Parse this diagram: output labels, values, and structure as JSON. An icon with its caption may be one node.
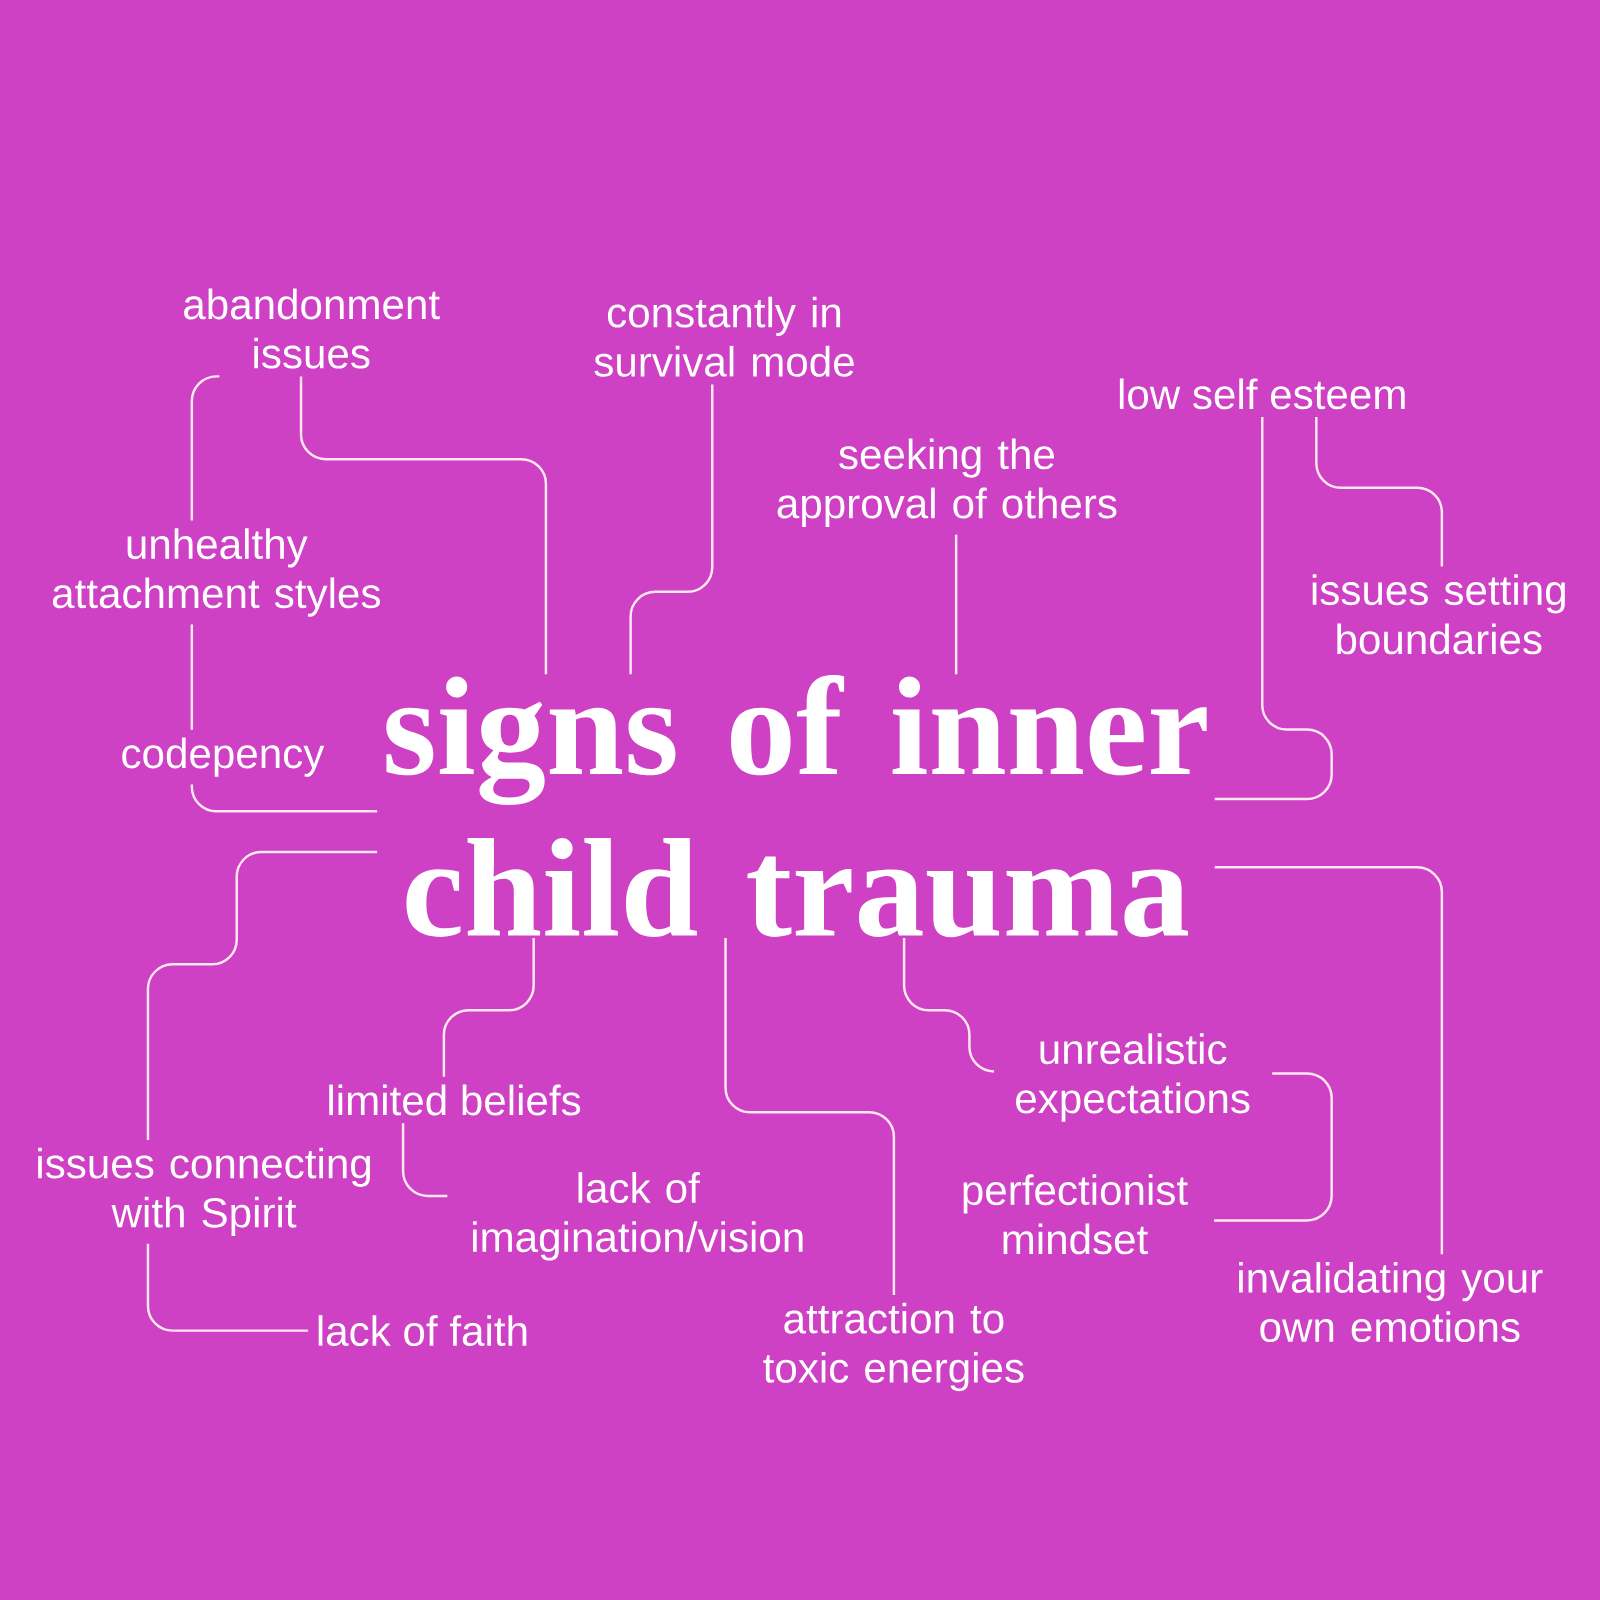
{
  "diagram": {
    "nodes": [
      {
        "text": [
          "signs of inner child trauma"
        ]
      },
      {
        "text": [
          "abandonment issues"
        ]
      },
      {
        "text": [
          "constantly in survival mode"
        ]
      },
      {
        "text": [
          "low self esteem"
        ]
      },
      {
        "text": [
          "seeking the approval of others"
        ]
      },
      {
        "text": [
          "unhealthy attachment styles"
        ]
      },
      {
        "text": [
          "issues setting boundaries"
        ]
      },
      {
        "text": [
          "codepency"
        ]
      },
      {
        "text": [
          "issues connecting with Spirit"
        ]
      },
      {
        "text": [
          "limited beliefs"
        ]
      },
      {
        "text": [
          "unrealistic expectations"
        ]
      },
      {
        "text": [
          "lack of imagination/vision"
        ]
      },
      {
        "text": [
          "perfectionist mindset"
        ]
      },
      {
        "text": [
          "invalidating your own emotions"
        ]
      },
      {
        "text": [
          "lack of faith"
        ]
      },
      {
        "text": [
          "attraction to toxic energies"
        ]
      }
    ],
    "edges": [
      {
        "from": 1,
        "to": 0,
        "arrow": "none"
      },
      {
        "from": 2,
        "to": 0,
        "arrow": "none"
      },
      {
        "from": 4,
        "to": 0,
        "arrow": "none"
      },
      {
        "from": 3,
        "to": 0,
        "arrow": "none"
      },
      {
        "from": 3,
        "to": 6,
        "arrow": "none"
      },
      {
        "from": 1,
        "to": 5,
        "arrow": "none"
      },
      {
        "from": 5,
        "to": 7,
        "arrow": "none"
      },
      {
        "from": 7,
        "to": 0,
        "arrow": "none"
      },
      {
        "from": 0,
        "to": 8,
        "arrow": "none"
      },
      {
        "from": 8,
        "to": 14,
        "arrow": "none"
      },
      {
        "from": 0,
        "to": 9,
        "arrow": "none"
      },
      {
        "from": 9,
        "to": 11,
        "arrow": "none"
      },
      {
        "from": 0,
        "to": 15,
        "arrow": "none"
      },
      {
        "from": 0,
        "to": 10,
        "arrow": "none"
      },
      {
        "from": 10,
        "to": 12,
        "arrow": "none"
      },
      {
        "from": 0,
        "to": 13,
        "arrow": "none"
      }
    ]
  }
}
